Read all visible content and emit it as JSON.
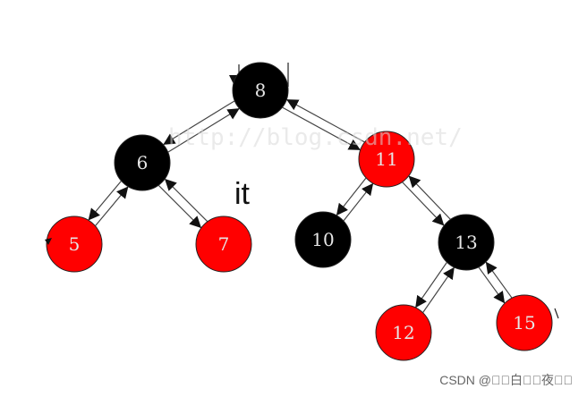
{
  "colors": {
    "red": "#ff0000",
    "black": "#000000",
    "edge": "#444444",
    "label": "#e6e6e6"
  },
  "watermark": "http://blog.csdn.net/",
  "annotation": "it",
  "credit": "CSDN @\u0000\u0000白\u0000\u0000夜\u0000\u0000",
  "nodes": [
    {
      "id": "8",
      "label": "8",
      "color": "black"
    },
    {
      "id": "6",
      "label": "6",
      "color": "black"
    },
    {
      "id": "11",
      "label": "11",
      "color": "red"
    },
    {
      "id": "5",
      "label": "5",
      "color": "red"
    },
    {
      "id": "7",
      "label": "7",
      "color": "red"
    },
    {
      "id": "10",
      "label": "10",
      "color": "black"
    },
    {
      "id": "13",
      "label": "13",
      "color": "black"
    },
    {
      "id": "12",
      "label": "12",
      "color": "red"
    },
    {
      "id": "15",
      "label": "15",
      "color": "red"
    }
  ],
  "edges": [
    {
      "from": "8",
      "to": "6"
    },
    {
      "from": "6",
      "to": "8"
    },
    {
      "from": "8",
      "to": "11"
    },
    {
      "from": "11",
      "to": "8"
    },
    {
      "from": "6",
      "to": "5"
    },
    {
      "from": "5",
      "to": "6"
    },
    {
      "from": "6",
      "to": "7"
    },
    {
      "from": "7",
      "to": "6"
    },
    {
      "from": "11",
      "to": "10"
    },
    {
      "from": "10",
      "to": "11"
    },
    {
      "from": "11",
      "to": "13"
    },
    {
      "from": "13",
      "to": "11"
    },
    {
      "from": "13",
      "to": "12"
    },
    {
      "from": "12",
      "to": "13"
    },
    {
      "from": "13",
      "to": "15"
    },
    {
      "from": "15",
      "to": "13"
    }
  ]
}
